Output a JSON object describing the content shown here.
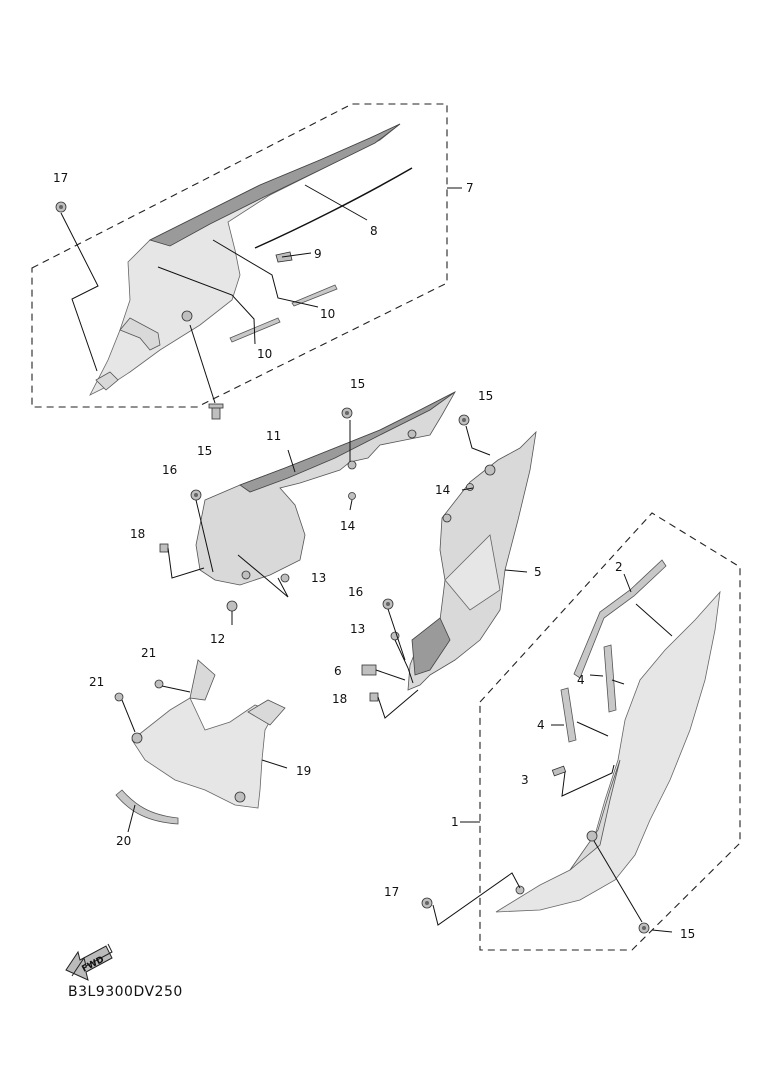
{
  "diagram_code": "B3L9300DV250",
  "fwd_label": "FWD",
  "callouts": {
    "c1": "1",
    "c2": "2",
    "c3": "3",
    "c4a": "4",
    "c4b": "4",
    "c5": "5",
    "c6": "6",
    "c7": "7",
    "c8": "8",
    "c9": "9",
    "c10a": "10",
    "c10b": "10",
    "c11": "11",
    "c12": "12",
    "c13a": "13",
    "c13b": "13",
    "c14a": "14",
    "c14b": "14",
    "c15a": "15",
    "c15b": "15",
    "c15c": "15",
    "c15d": "15",
    "c16a": "16",
    "c16b": "16",
    "c17a": "17",
    "c17b": "17",
    "c18a": "18",
    "c18b": "18",
    "c19": "19",
    "c20": "20",
    "c21a": "21",
    "c21b": "21"
  }
}
